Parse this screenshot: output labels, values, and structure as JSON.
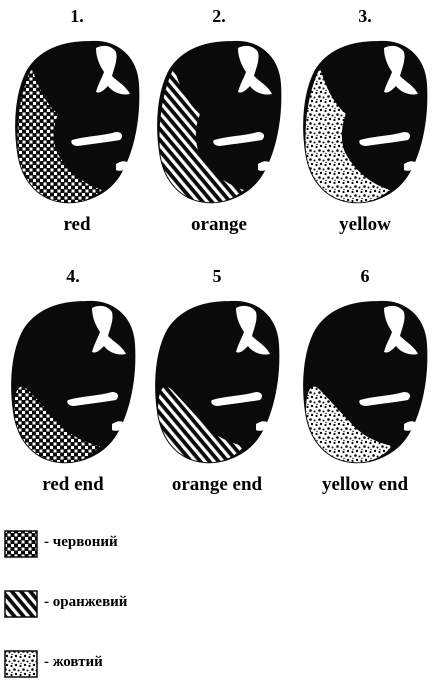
{
  "figures": [
    {
      "number": "1.",
      "caption": "red",
      "zone": "left-band",
      "pattern": "dots"
    },
    {
      "number": "2.",
      "caption": "orange",
      "zone": "left-band",
      "pattern": "hatch"
    },
    {
      "number": "3.",
      "caption": "yellow",
      "zone": "left-band",
      "pattern": "stipple"
    },
    {
      "number": "4.",
      "caption": "red end",
      "zone": "bottom-left",
      "pattern": "dots"
    },
    {
      "number": "5",
      "caption": "orange end",
      "zone": "bottom-left",
      "pattern": "hatch"
    },
    {
      "number": "6",
      "caption": "yellow end",
      "zone": "bottom-left",
      "pattern": "stipple"
    }
  ],
  "legend": [
    {
      "label": "- червоний",
      "pattern": "dots"
    },
    {
      "label": "- оранжевий",
      "pattern": "hatch"
    },
    {
      "label": "- жовтий",
      "pattern": "stipple"
    }
  ],
  "colors": {
    "ink": "#0a0a0a",
    "paper": "#ffffff"
  }
}
